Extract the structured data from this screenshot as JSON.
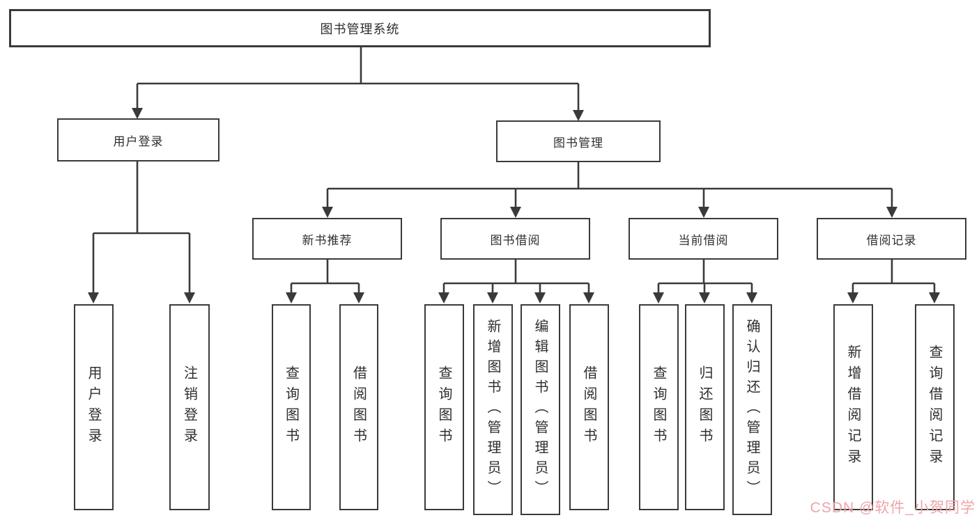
{
  "tree": {
    "root": "图书管理系统",
    "branches": [
      {
        "label": "用户登录",
        "children": [
          "用户登录",
          "注销登录"
        ]
      },
      {
        "label": "图书管理",
        "sections": [
          {
            "label": "新书推荐",
            "children": [
              "查询图书",
              "借阅图书"
            ]
          },
          {
            "label": "图书借阅",
            "children": [
              "查询图书",
              "新增图书（管理员）",
              "编辑图书（管理员）",
              "借阅图书"
            ]
          },
          {
            "label": "当前借阅",
            "children": [
              "查询图书",
              "归还图书",
              "确认归还（管理员）"
            ]
          },
          {
            "label": "借阅记录",
            "children": [
              "新增借阅记录",
              "查询借阅记录"
            ]
          }
        ]
      }
    ]
  },
  "watermark": "CSDN @软件_小贺同学",
  "colors": {
    "line": "#3a3a3a",
    "box_border": "#3a3a3a",
    "text": "#2f2f2f",
    "background": "#ffffff",
    "watermark": "#efa3ab"
  }
}
